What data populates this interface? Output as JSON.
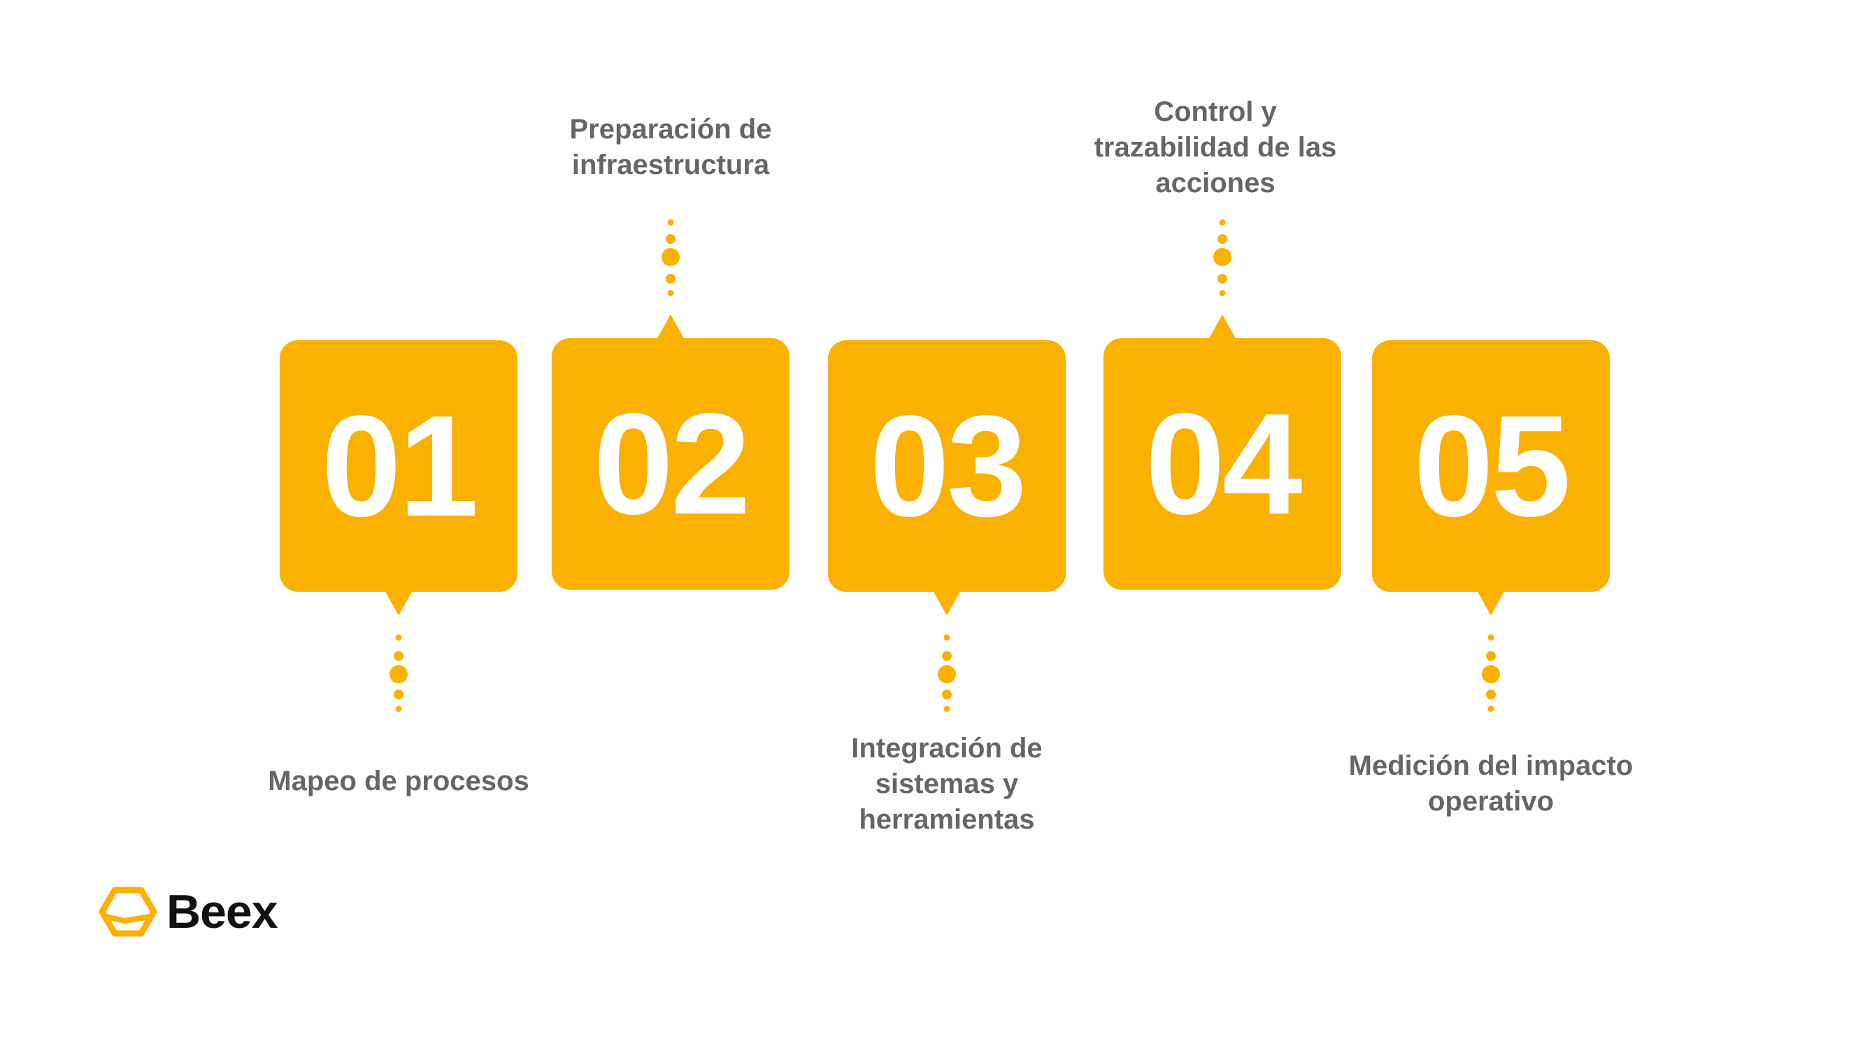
{
  "brand": {
    "name": "Beex",
    "accent_color": "#FBB100",
    "text_color": "#666666"
  },
  "steps": [
    {
      "number": "01",
      "label": "Mapeo de procesos"
    },
    {
      "number": "02",
      "label": "Preparación de infraestructura"
    },
    {
      "number": "03",
      "label": "Integración de sistemas y herramientas"
    },
    {
      "number": "04",
      "label": "Control y trazabilidad de las acciones"
    },
    {
      "number": "05",
      "label": "Medición del impacto operativo"
    }
  ]
}
